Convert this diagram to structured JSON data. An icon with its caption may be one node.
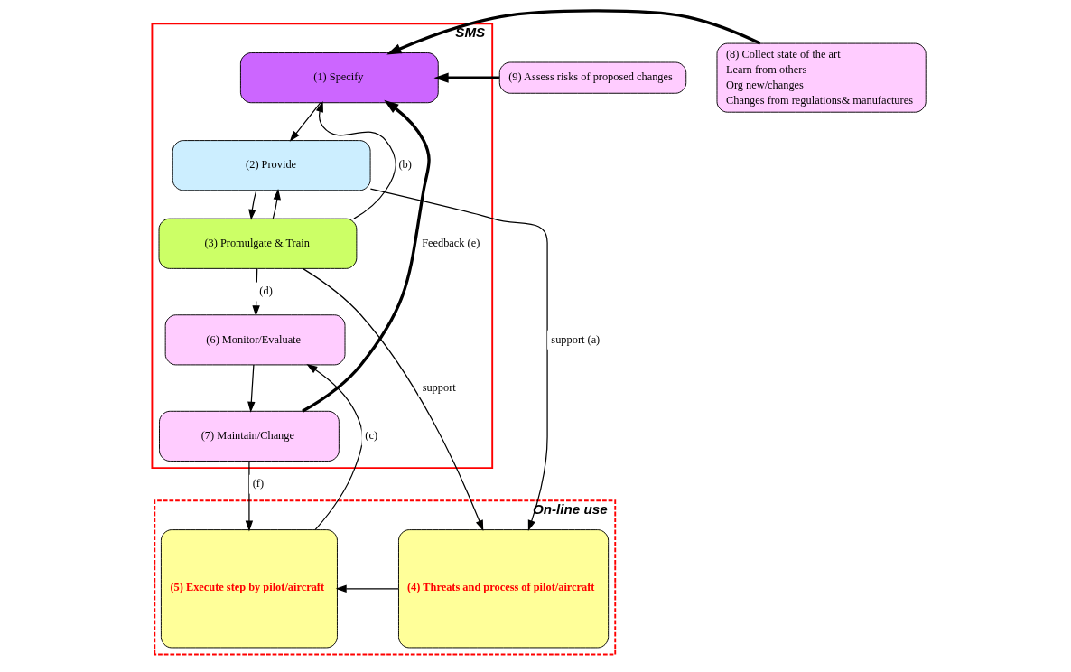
{
  "diagram": {
    "nodes": [
      {
        "text": [
          "SMS"
        ]
      },
      {
        "text": [
          "(1) Specify"
        ],
        "in": 0
      },
      {
        "text": [
          "(2) Provide"
        ],
        "in": 0
      },
      {
        "text": [
          "(3) Promulgate & Train"
        ],
        "in": 0
      },
      {
        "text": [
          "(6) Monitor/Evaluate"
        ],
        "in": 0
      },
      {
        "text": [
          "(7) Maintain/Change"
        ],
        "in": 0
      },
      {
        "text": [
          "(9) Assess risks of proposed changes"
        ]
      },
      {
        "text": [
          "(8) Collect state of the art",
          "Learn from others",
          "Org new/changes",
          "Changes from regulations& manufactures"
        ]
      },
      {
        "text": [
          "On-line use"
        ]
      },
      {
        "text": [
          "(4) Threats and process of pilot/aircraft"
        ],
        "in": 8
      },
      {
        "text": [
          "(5) Execute step by pilot/aircraft"
        ],
        "in": 8
      }
    ],
    "edges": [
      {
        "from": 5,
        "to": 1,
        "arrow": "to",
        "label": "Feedback (e)",
        "style": "thick"
      },
      {
        "from": 6,
        "to": 1,
        "arrow": "to",
        "style": "thick"
      },
      {
        "from": 7,
        "to": 1,
        "arrow": "to",
        "style": "thick"
      },
      {
        "from": 1,
        "to": 2,
        "arrow": "to"
      },
      {
        "from": 2,
        "to": 3,
        "arrow": "to"
      },
      {
        "from": 3,
        "to": 1,
        "arrow": "to",
        "label": "(b)"
      },
      {
        "from": 3,
        "to": 2,
        "arrow": "to"
      },
      {
        "from": 2,
        "to": 9,
        "arrow": "to",
        "label": "support (a)"
      },
      {
        "from": 3,
        "to": 9,
        "arrow": "to",
        "label": "support"
      },
      {
        "from": 9,
        "to": 10,
        "arrow": "to"
      },
      {
        "from": 3,
        "to": 4,
        "arrow": "to",
        "label": "(d)"
      },
      {
        "from": 10,
        "to": 4,
        "arrow": "to",
        "label": "(c)"
      },
      {
        "from": 4,
        "to": 5,
        "arrow": "to"
      },
      {
        "from": 5,
        "to": 10,
        "arrow": "to",
        "label": "(f)"
      }
    ]
  }
}
